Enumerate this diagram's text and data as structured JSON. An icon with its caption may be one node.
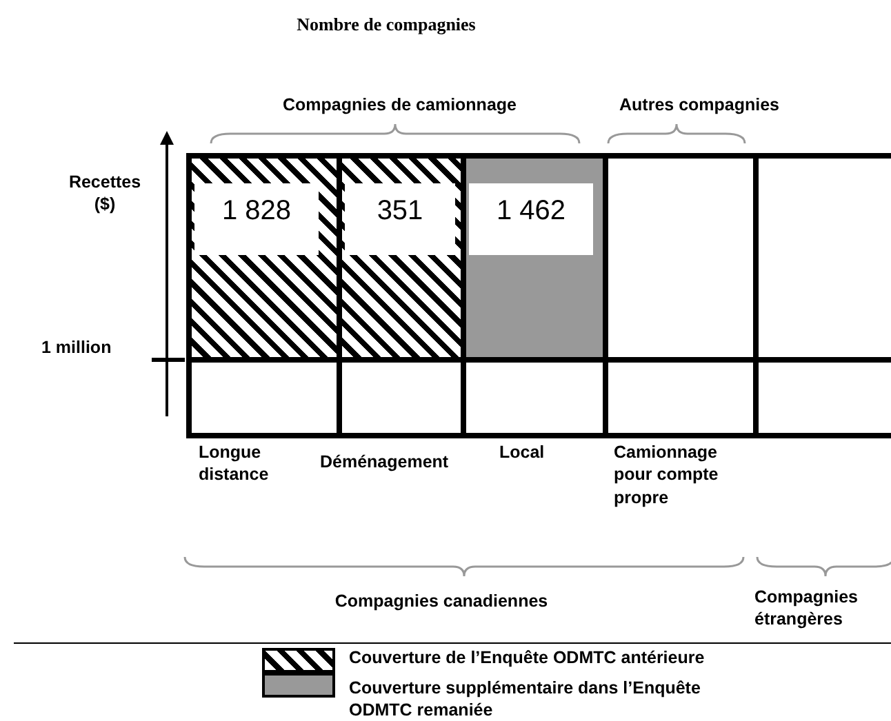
{
  "diagram": {
    "title": "Nombre de compagnies",
    "nodes": [
      {
        "text": [
          "1 828"
        ]
      },
      {
        "text": [
          "351"
        ]
      },
      {
        "text": [
          "1 462"
        ]
      },
      {
        "text": [],
        "shape": "box"
      },
      {
        "text": [],
        "shape": "box"
      },
      {
        "text": [],
        "shape": "box"
      },
      {
        "text": [],
        "shape": "box"
      },
      {
        "text": [],
        "shape": "box"
      },
      {
        "text": [],
        "shape": "box"
      },
      {
        "text": [],
        "shape": "box"
      }
    ],
    "labels": [
      "Compagnies de camionnage",
      "Autres compagnies",
      "Recettes ($)",
      "1 million",
      "Longue distance",
      "Déménagement",
      "Local",
      "Camionnage pour compte propre",
      "Compagnies canadiennes",
      "Compagnies étrangères"
    ],
    "legend": [
      {
        "text": "Couverture de l’Enquête ODMTC antérieure"
      },
      {
        "text": "Couverture supplémentaire dans l’Enquête ODMTC remaniée",
        "color": "#999999"
      }
    ]
  }
}
